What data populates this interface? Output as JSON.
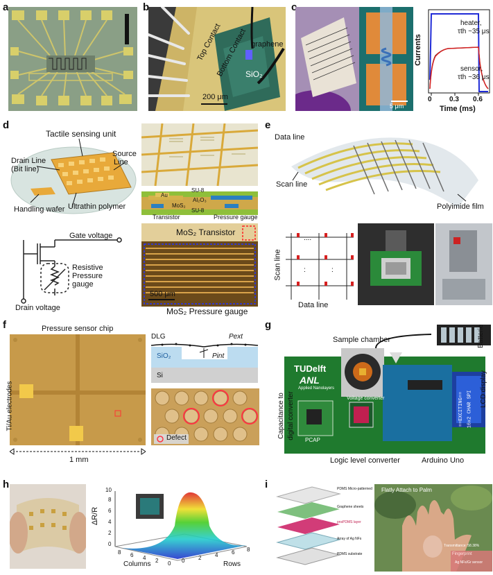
{
  "panels": {
    "a": {
      "label": "a"
    },
    "b": {
      "label": "b",
      "top_contact": "Top Contact",
      "bottom_contact": "Bottom Contact",
      "graphene": "graphene",
      "sio2": "SiO₂",
      "scale": "200 μm"
    },
    "c": {
      "label": "c",
      "scale": "5 μm",
      "heater": "heater,",
      "heater_tau": "τth ~35 μs",
      "sensor": "sensor,",
      "sensor_tau": "τth ~36 μs",
      "ylabel": "Currents",
      "xlabel": "Time (ms)",
      "xticks": [
        "0",
        "0.3",
        "0.6"
      ]
    },
    "d": {
      "label": "d",
      "tactile": "Tactile sensing unit",
      "drain_line": "Drain Line",
      "bit_line": "(Bit line)",
      "source": "Source",
      "source2": "Line",
      "handling": "Handling wafer",
      "polymer": "Ultrathin polymer",
      "gate": "Gate voltage",
      "resistive": "Resistive",
      "pressure": "Pressure",
      "gauge": "gauge",
      "drain_v": "Drain voltage",
      "mos2_transistor": "MoS₂ Transistor",
      "scale": "500 μm",
      "mos2_gauge": "MoS₂ Pressure gauge",
      "cs_su8_top": "SU-8",
      "cs_au": "Au",
      "cs_al2o3": "Al₂O₃",
      "cs_mos2": "MoS₂",
      "cs_su8_bot": "SU-8",
      "cs_transistor": "Transistor",
      "cs_pressure": "Pressure gauge"
    },
    "e": {
      "label": "e",
      "data_line": "Data line",
      "scan_line": "Scan line",
      "polyimide": "Polyimide film",
      "scan_line2": "Scan line",
      "data_line2": "Data line"
    },
    "f": {
      "label": "f",
      "title": "Pressure sensor chip",
      "electrodes": "Ti/Au electrodes",
      "scale": "1 mm",
      "dlg": "DLG",
      "p_ext": "Pext",
      "p_int": "Pint",
      "sio2": "SiO₂",
      "si": "Si",
      "defect": "Defect"
    },
    "g": {
      "label": "g",
      "sample": "Sample chamber",
      "batteries": "Batteries",
      "tudelft": "TUDelft",
      "anl": "ANL",
      "anl_sub": "Applied Nanolayers",
      "cap1": "Capacitance to",
      "cap2": "digital converter",
      "pcap": "PCAP",
      "voltage": "Voltage converter",
      "logic": "Logic level converter",
      "arduino": "Arduino Uno",
      "lcd": "LCD display",
      "lcd_line1": "==EXCITING==",
      "lcd_line2": "16x2 CHAR SPI"
    },
    "h": {
      "label": "h",
      "zlabel": "ΔR/R",
      "zticks": [
        "0",
        "2",
        "4",
        "6",
        "8",
        "10"
      ],
      "columns": "Columns",
      "rows": "Rows",
      "col_ticks": [
        "8",
        "6",
        "4",
        "2",
        "0"
      ],
      "row_ticks": [
        "0",
        "2",
        "4",
        "6",
        "8"
      ]
    },
    "i": {
      "label": "i",
      "layer1": "PDMS Micro-patterned",
      "layer2": "Graphene sheets",
      "layer3": "pnsPDMS layer",
      "layer4": "Array of Ag NFs",
      "layer5": "PDMS substrate",
      "palm": "Flatly Attach to Palm",
      "transmittance": "Transmittance: 58.38%",
      "fingerprint": "Fingerprint",
      "sensor": "Ag NFs/Gr sensor"
    }
  },
  "colors": {
    "gold": "#d9b34a",
    "green_pcb": "#1f7a2e",
    "orange_chip": "#d38a3c",
    "heater_blue": "#1f2bd6",
    "sensor_red": "#d62020"
  }
}
